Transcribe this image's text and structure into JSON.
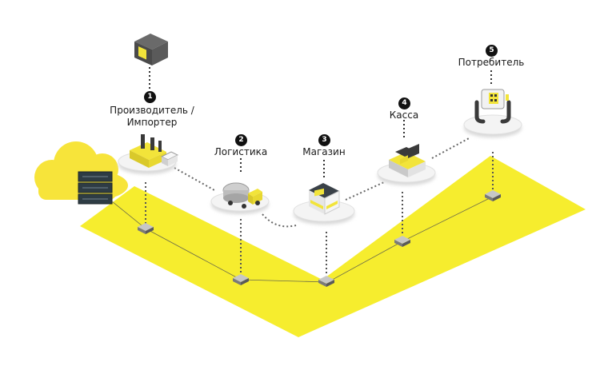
{
  "colors": {
    "accent_yellow": "#f6ed2e",
    "cloud_yellow": "#f7e43a",
    "node_grey": "#9a9a9a",
    "dark": "#1a1a1a",
    "server_dark": "#2e3c44"
  },
  "steps": [
    {
      "number": "1",
      "label_lines": [
        "Производитель /",
        "Импортер"
      ],
      "icon": "factory-icon"
    },
    {
      "number": "2",
      "label_lines": [
        "Логистика"
      ],
      "icon": "truck-icon"
    },
    {
      "number": "3",
      "label_lines": [
        "Магазин"
      ],
      "icon": "store-icon"
    },
    {
      "number": "4",
      "label_lines": [
        "Касса"
      ],
      "icon": "cash-register-icon"
    },
    {
      "number": "5",
      "label_lines": [
        "Потребитель"
      ],
      "icon": "phone-scan-icon"
    }
  ],
  "top_item_icon": "box-with-qr-icon",
  "cloud_icon": "cloud-server-icon"
}
